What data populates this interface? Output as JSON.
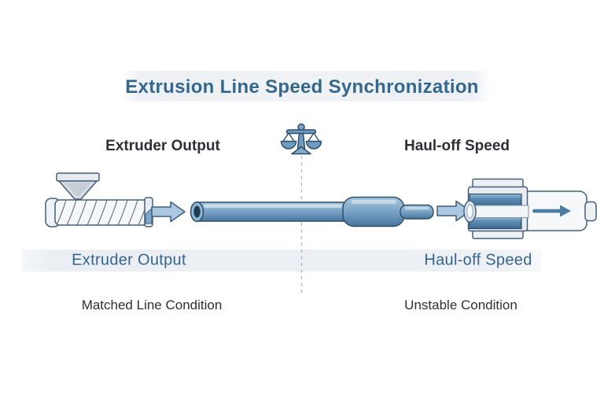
{
  "title": "Extrusion Line Speed Synchronization",
  "labels": {
    "extruder_output_top": "Extruder Output",
    "hauloff_speed_top": "Haul-off Speed",
    "extruder_output_blue": "Extruder Output",
    "hauloff_speed_blue": "Haul-off Speed",
    "condition_left": "Matched Line Condition",
    "condition_right": "Unstable Condition"
  },
  "icons": [
    {
      "name": "balance-scale-icon",
      "meaning": "speed balance / synchronization"
    },
    {
      "name": "hopper-icon",
      "meaning": "extruder feed hopper"
    },
    {
      "name": "extruder-screw-icon",
      "meaning": "extruder barrel with screw"
    },
    {
      "name": "flow-arrow-icon",
      "meaning": "material flow direction"
    },
    {
      "name": "pipe-product-icon",
      "meaning": "extruded pipe product"
    },
    {
      "name": "die-sleeve-icon",
      "meaning": "die / sizing sleeve"
    },
    {
      "name": "haul-off-icon",
      "meaning": "haul-off caterpillar unit"
    },
    {
      "name": "speed-arrow-icon",
      "meaning": "haul-off pull direction"
    },
    {
      "name": "center-dashed-line",
      "meaning": "balance divider"
    }
  ],
  "colors": {
    "title_blue": "#34678f",
    "label_blue": "#35658e",
    "text_dark": "#2c3036",
    "band_gray": "#eef0f4",
    "machine_outline": "#3a5873",
    "machine_blue": "#6f9bc0",
    "machine_blue_dark": "#2e4f6a",
    "arrow_light_blue": "#abc8e0",
    "solid_arrow_blue": "#4b7da7",
    "machine_gray": "#eef1f4",
    "dashed_line_gray": "#aeb5be"
  }
}
